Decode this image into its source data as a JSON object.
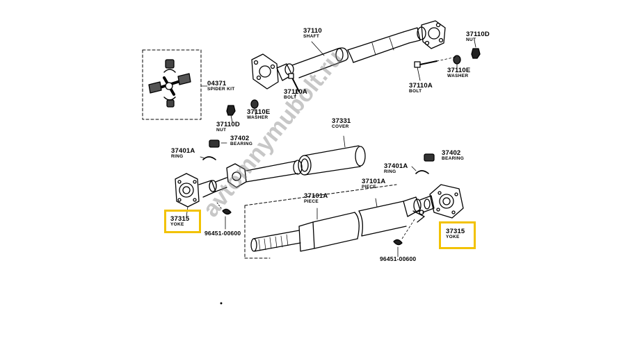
{
  "watermark": "avtomnymubolt.ru",
  "highlight_color": "#f2c200",
  "parts": {
    "shaft": {
      "number": "37110",
      "name": "SHAFT"
    },
    "nut_top": {
      "number": "37110D",
      "name": "NUT"
    },
    "washer_right": {
      "number": "37110E",
      "name": "WASHER"
    },
    "bolt_right": {
      "number": "37110A",
      "name": "BOLT"
    },
    "spider_kit": {
      "number": "04371",
      "name": "SPIDER KIT"
    },
    "bolt_left": {
      "number": "37110A",
      "name": "BOLT"
    },
    "washer_left": {
      "number": "37110E",
      "name": "WASHER"
    },
    "nut_left": {
      "number": "37110D",
      "name": "NUT"
    },
    "cover": {
      "number": "37331",
      "name": "COVER"
    },
    "bearing_left": {
      "number": "37402",
      "name": "BEARING"
    },
    "ring_left": {
      "number": "37401A",
      "name": "RING"
    },
    "yoke_left": {
      "number": "37315",
      "name": "YOKE"
    },
    "clip_left": {
      "number": "96451-00600"
    },
    "piece_center": {
      "number": "37101A",
      "name": "PIECE"
    },
    "ring_right": {
      "number": "37401A",
      "name": "RING"
    },
    "piece_right": {
      "number": "37101A",
      "name": "PIECE"
    },
    "bearing_right": {
      "number": "37402",
      "name": "BEARING"
    },
    "yoke_right": {
      "number": "37315",
      "name": "YOKE"
    },
    "clip_right": {
      "number": "96451-00600"
    }
  }
}
